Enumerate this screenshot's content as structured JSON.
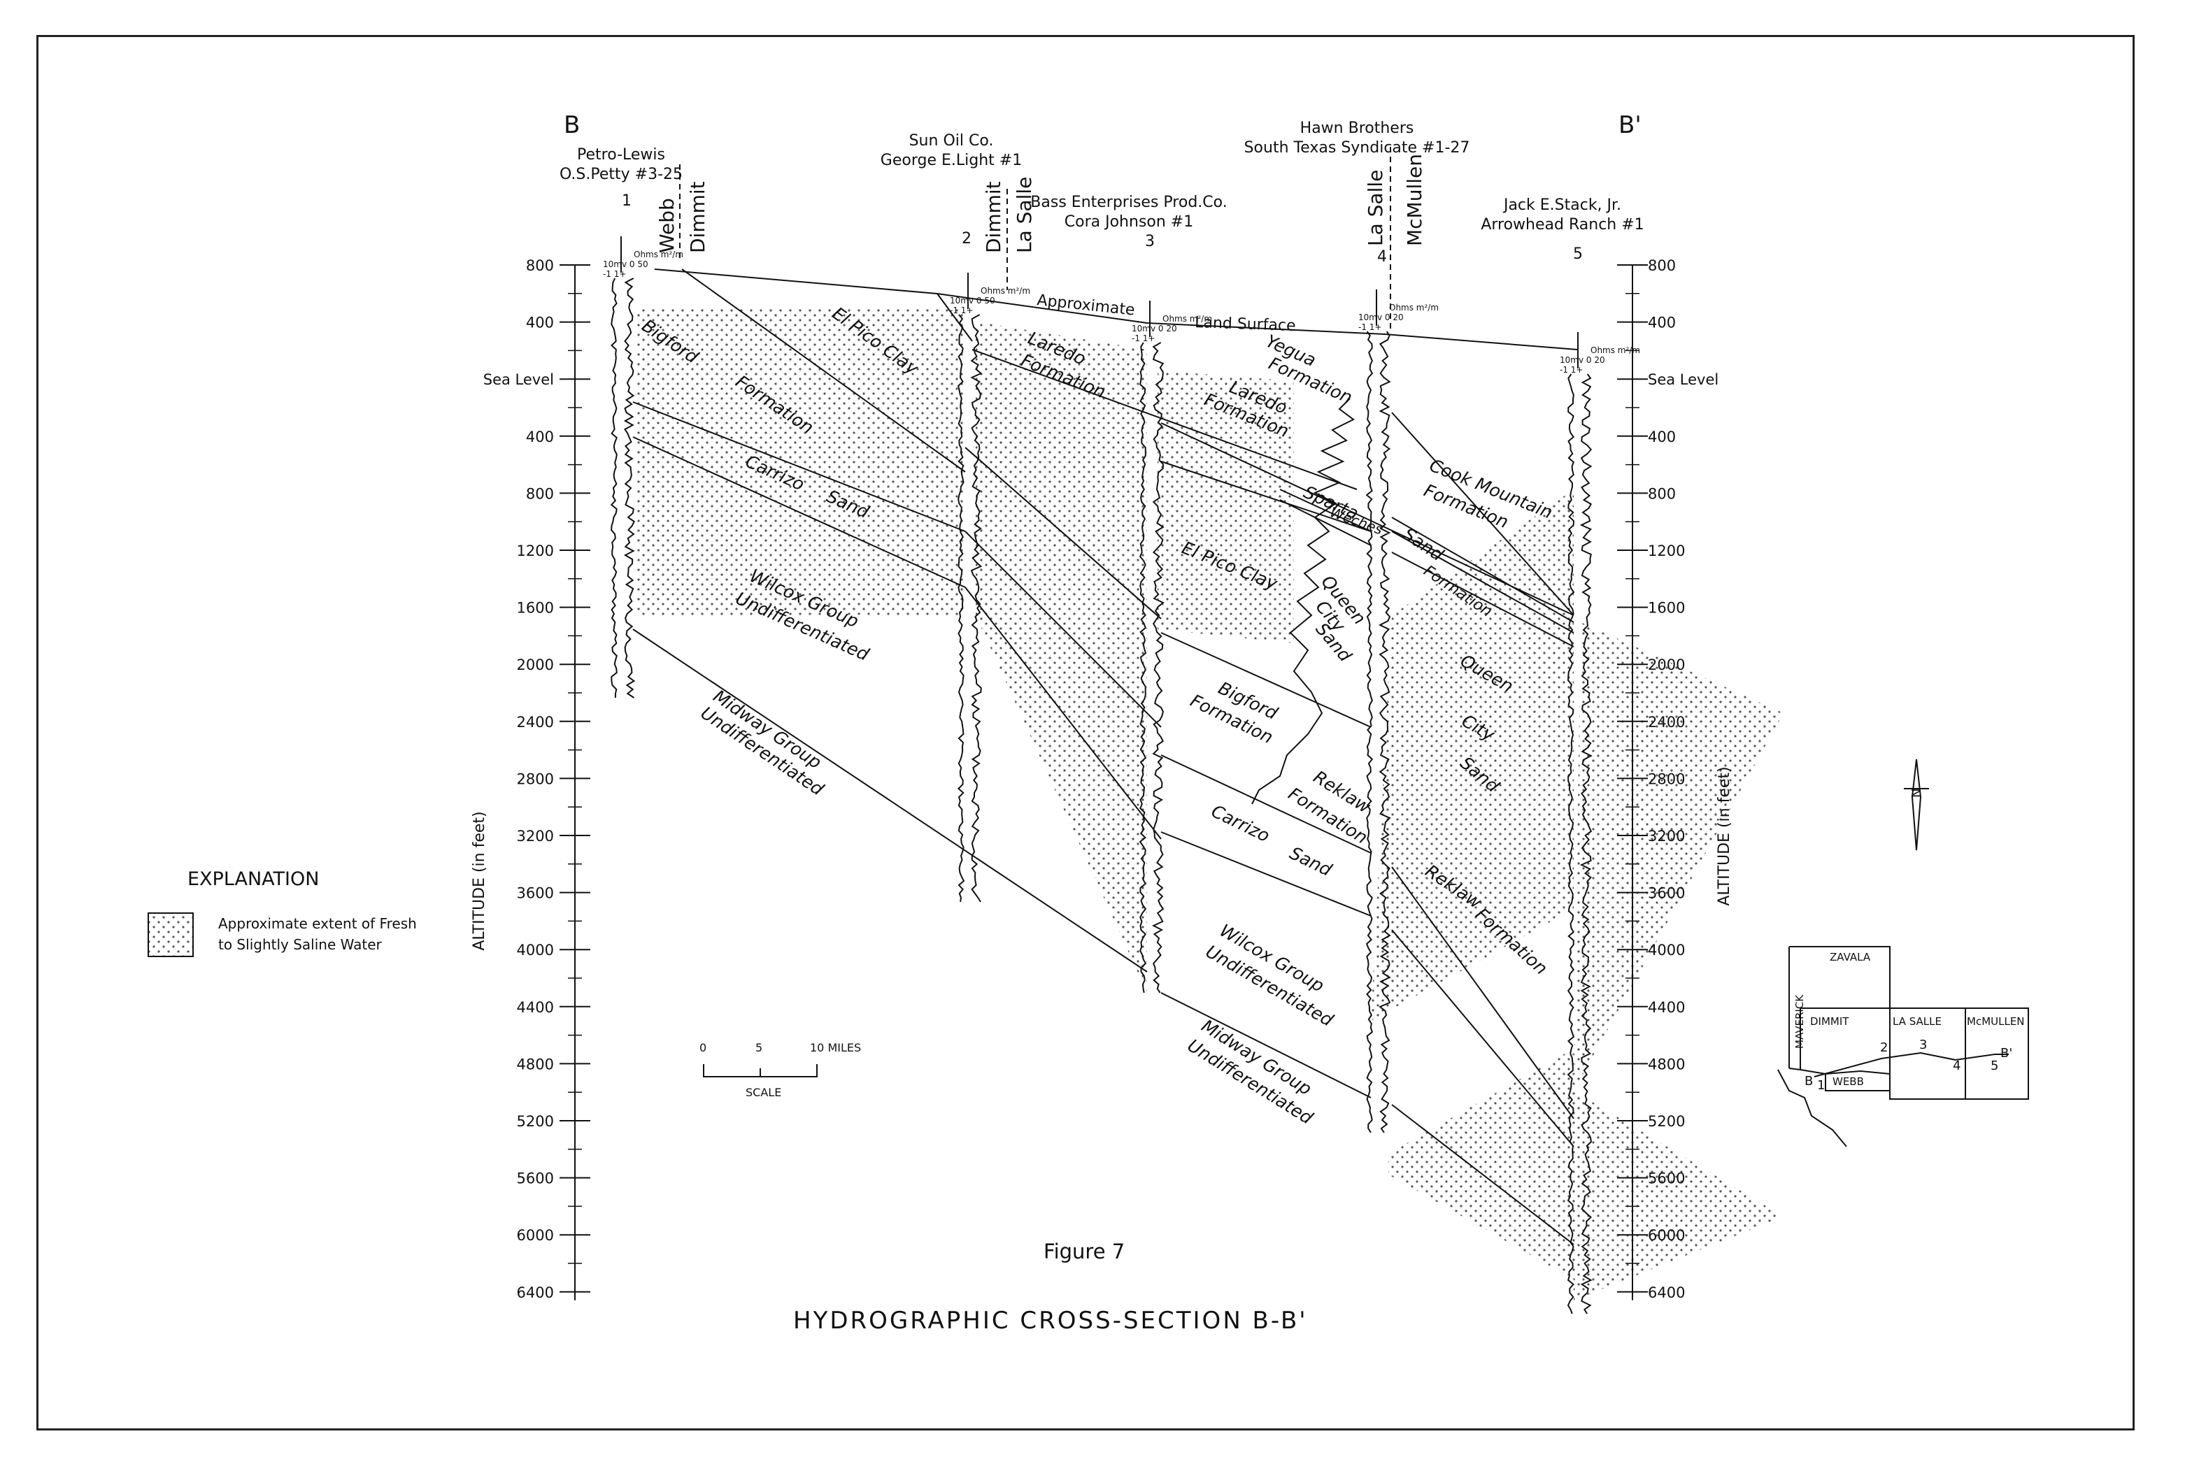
{
  "section": {
    "endpoint_left": "B",
    "endpoint_right": "B'",
    "figure_label": "Figure 7",
    "title": "HYDROGRAPHIC CROSS-SECTION B-B'",
    "axis_label": "ALTITUDE (in feet)"
  },
  "axis": {
    "ticks": [
      "800",
      "400",
      "Sea Level",
      "400",
      "800",
      "1200",
      "1600",
      "2000",
      "2400",
      "2800",
      "3200",
      "3600",
      "4000",
      "4400",
      "4800",
      "5200",
      "5600",
      "6000",
      "6400"
    ]
  },
  "wells": [
    {
      "number": "1",
      "operator": "Petro-Lewis",
      "name": "O.S.Petty #3-25",
      "log_scale": "Ohms m²/m",
      "log_range": "10mv 0 50",
      "log_minus": "-1 1+"
    },
    {
      "number": "2",
      "operator": "Sun Oil Co.",
      "name": "George E.Light #1",
      "log_scale": "Ohms m²/m",
      "log_range": "10mv 0 50",
      "log_minus": "-1 1+"
    },
    {
      "number": "3",
      "operator": "Bass Enterprises Prod.Co.",
      "name": "Cora Johnson #1",
      "log_scale": "Ohms m²/m",
      "log_range": "10mv 0 20",
      "log_minus": "-1 1+"
    },
    {
      "number": "4",
      "operator": "Hawn Brothers",
      "name": "South Texas Syndicate #1-27",
      "log_scale": "Ohms m²/m",
      "log_range": "10mv 0 20",
      "log_minus": "-1 1+"
    },
    {
      "number": "5",
      "operator": "Jack E.Stack, Jr.",
      "name": "Arrowhead Ranch #1",
      "log_scale": "Ohms m²/m",
      "log_range": "10mv 0 20",
      "log_minus": "-1 1+"
    }
  ],
  "county_lines": [
    {
      "left": "Webb",
      "right": "Dimmit"
    },
    {
      "left": "Dimmit",
      "right": "La Salle"
    },
    {
      "left": "La Salle",
      "right": "McMullen"
    }
  ],
  "surface": {
    "label1": "Approximate",
    "label2": "Land Surface"
  },
  "formations": {
    "bigford_1": "Bigford",
    "formation_1": "Formation",
    "el_pico_1": "El Pico Clay",
    "carrizo_1a": "Carrizo",
    "carrizo_1b": "Sand",
    "wilcox_1a": "Wilcox Group",
    "wilcox_1b": "Undifferentiated",
    "midway_1a": "Midway Group",
    "midway_1b": "Undifferentiated",
    "laredo_1a": "Laredo",
    "laredo_1b": "Formation",
    "yegua_a": "Yegua",
    "yegua_b": "Formation",
    "laredo_2a": "Laredo",
    "laredo_2b": "Formation",
    "sparta": "Sparta",
    "weches": "Weches",
    "el_pico_2": "El Pico Clay",
    "queen_city_1a": "Queen",
    "queen_city_1b": "City",
    "queen_city_1c": "Sand",
    "cook_mountain_a": "Cook Mountain",
    "cook_mountain_b": "Formation",
    "sand_formation_a": "Sand",
    "sand_formation_b": "Formation",
    "queen_city_2a": "Queen",
    "queen_city_2b": "City",
    "queen_city_2c": "Sand",
    "bigford_2a": "Bigford",
    "bigford_2b": "Formation",
    "reklaw_1a": "Reklaw",
    "reklaw_1b": "Formation",
    "carrizo_2a": "Carrizo",
    "carrizo_2b": "Sand",
    "reklaw_2a": "Reklaw",
    "reklaw_2b": "Formation",
    "wilcox_2a": "Wilcox Group",
    "wilcox_2b": "Undifferentiated",
    "midway_2a": "Midway Group",
    "midway_2b": "Undifferentiated"
  },
  "explanation": {
    "title": "EXPLANATION",
    "line1": "Approximate extent of Fresh",
    "line2": "to Slightly Saline Water"
  },
  "scale": {
    "t0": "0",
    "t5": "5",
    "t10": "10 MILES",
    "label": "SCALE"
  },
  "location_map": {
    "counties": [
      "ZAVALA",
      "MAVERICK",
      "DIMMIT",
      "LA SALLE",
      "McMULLEN",
      "WEBB"
    ],
    "points": [
      "1",
      "2",
      "3",
      "4",
      "5"
    ],
    "b": "B",
    "bp": "B'"
  },
  "north_label": "N"
}
